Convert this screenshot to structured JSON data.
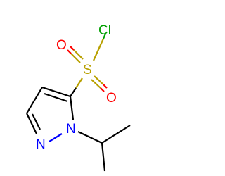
{
  "molecule": {
    "atoms": [
      {
        "id": "cl",
        "label": "Cl",
        "element": "Cl",
        "color": "#00a000"
      },
      {
        "id": "s",
        "label": "S",
        "element": "S",
        "color": "#b8a000"
      },
      {
        "id": "o1",
        "label": "O",
        "element": "O",
        "color": "#ff0000"
      },
      {
        "id": "o2",
        "label": "O",
        "element": "O",
        "color": "#ff0000"
      },
      {
        "id": "n1",
        "label": "N",
        "element": "N",
        "color": "#0000ff"
      },
      {
        "id": "n2",
        "label": "N",
        "element": "N",
        "color": "#0000ff"
      }
    ],
    "bond_color": "#000000"
  }
}
